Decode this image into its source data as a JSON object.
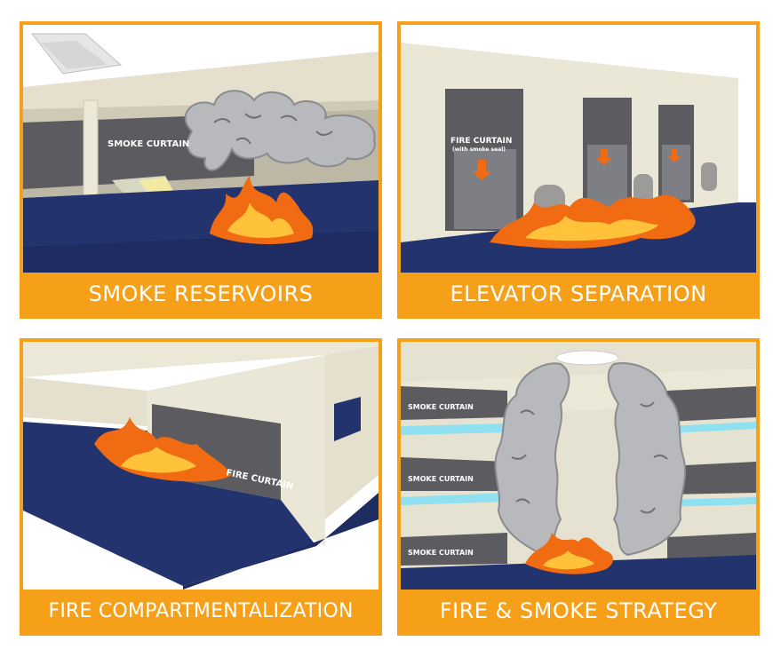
{
  "panels": [
    {
      "caption": "SMOKE RESERVOIRS",
      "label": "SMOKE CURTAIN"
    },
    {
      "caption": "ELEVATOR SEPARATION",
      "label": "FIRE CURTAIN",
      "sublabel": "(with smoke seal)"
    },
    {
      "caption": "FIRE COMPARTMENTALIZATION",
      "label": "FIRE CURTAIN"
    },
    {
      "caption": "FIRE & SMOKE STRATEGY",
      "labels": [
        "SMOKE CURTAIN",
        "SMOKE CURTAIN",
        "SMOKE CURTAIN"
      ]
    }
  ],
  "colors": {
    "accent": "#f6a01a",
    "floor": "#23336e",
    "wall": "#e9e5d4",
    "curtain": "#5c5c60",
    "smoke": "#b8b9bc",
    "fire": "#f06b12"
  }
}
